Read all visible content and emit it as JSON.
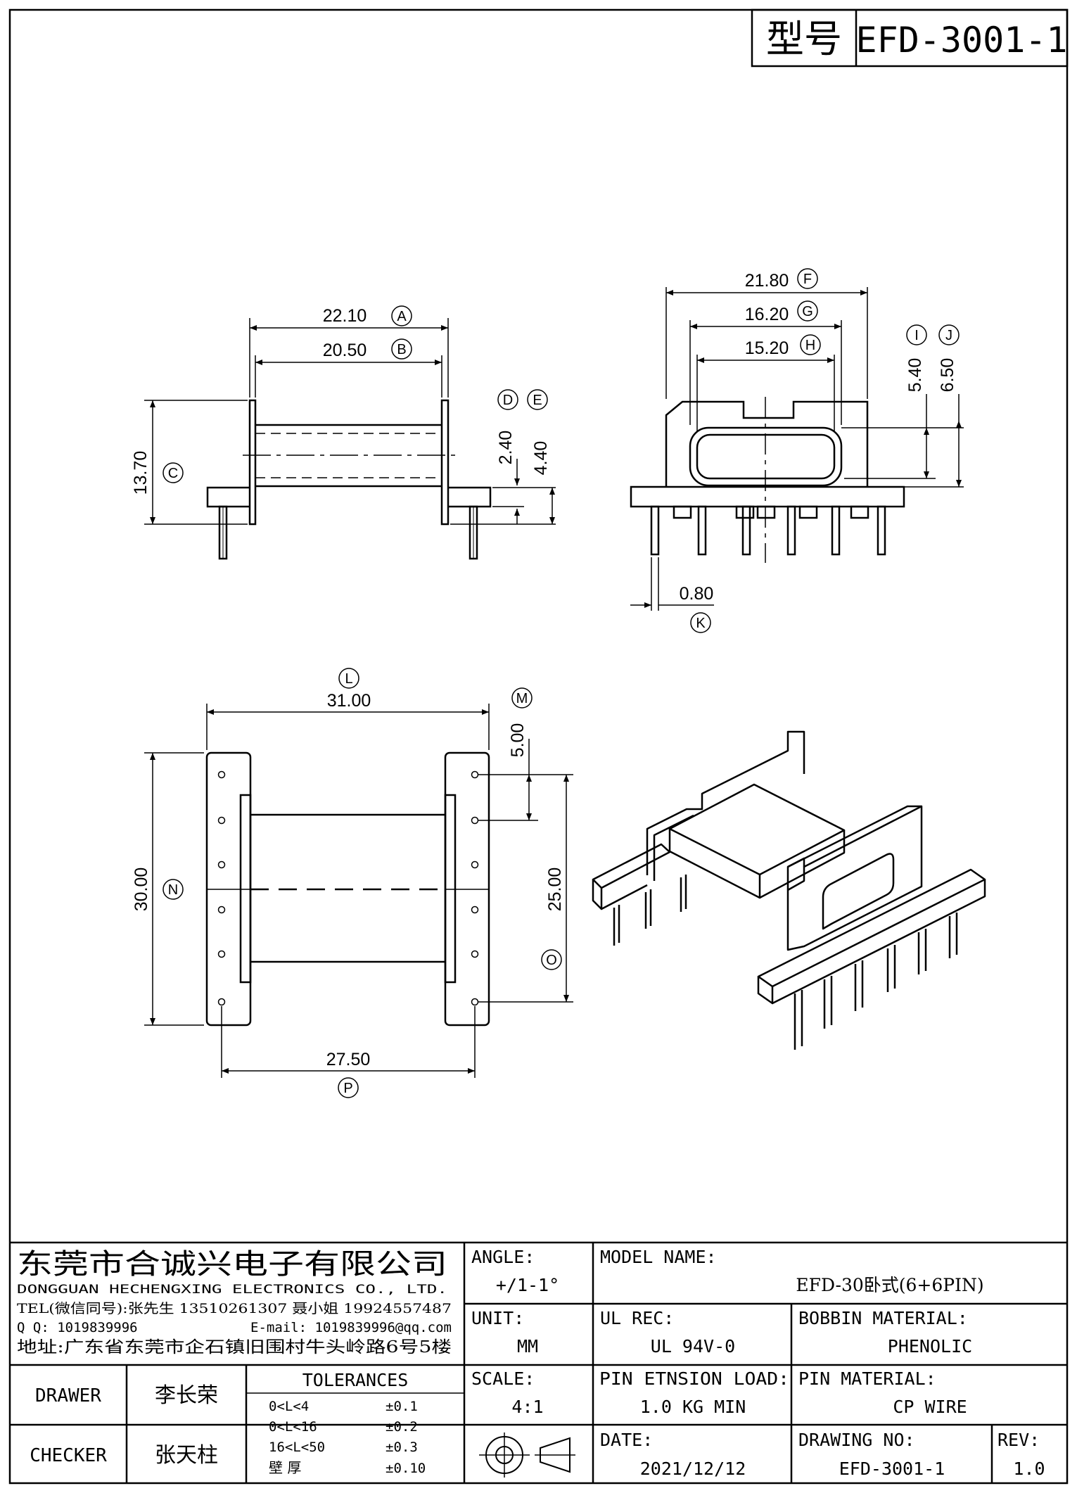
{
  "title_block": {
    "model_label": "型号",
    "model_value": "EFD-3001-1"
  },
  "top_view": {
    "dims": {
      "A": {
        "value": "22.10",
        "label": "A"
      },
      "B": {
        "value": "20.50",
        "label": "B"
      },
      "C": {
        "value": "13.70",
        "label": "C"
      },
      "D": {
        "value": "2.40",
        "label": "D"
      },
      "E": {
        "value": "4.40",
        "label": "E"
      }
    }
  },
  "front_view": {
    "dims": {
      "F": {
        "value": "21.80",
        "label": "F"
      },
      "G": {
        "value": "16.20",
        "label": "G"
      },
      "H": {
        "value": "15.20",
        "label": "H"
      },
      "I": {
        "value": "5.40",
        "label": "I"
      },
      "J": {
        "value": "6.50",
        "label": "J"
      },
      "K": {
        "value": "0.80",
        "label": "K"
      }
    }
  },
  "plan_view": {
    "dims": {
      "L": {
        "value": "31.00",
        "label": "L"
      },
      "M": {
        "value": "5.00",
        "label": "M"
      },
      "N": {
        "value": "30.00",
        "label": "N"
      },
      "O": {
        "value": "25.00",
        "label": "O"
      },
      "P": {
        "value": "27.50",
        "label": "P"
      }
    }
  },
  "company": {
    "name_cn": "东莞市合诚兴电子有限公司",
    "name_en": "DONGGUAN HECHENGXING ELECTRONICS CO., LTD.",
    "tel": "TEL(微信同号):张先生 13510261307 聂小姐 19924557487",
    "qq": "Q Q: 1019839996",
    "email": "E-mail: 1019839996@qq.com",
    "address": "地址:广东省东莞市企石镇旧围村牛头岭路6号5楼"
  },
  "info": {
    "angle_label": "ANGLE:",
    "angle_value": "+/1-1°",
    "model_name_label": "MODEL NAME:",
    "model_name_value": "EFD-30卧式(6+6PIN)",
    "unit_label": "UNIT:",
    "unit_value": "MM",
    "ul_label": "UL REC:",
    "ul_value": "UL 94V-0",
    "bobbin_label": "BOBBIN MATERIAL:",
    "bobbin_value": "PHENOLIC",
    "scale_label": "SCALE:",
    "scale_value": "4:1",
    "pin_load_label": "PIN ETNSION LOAD:",
    "pin_load_value": "1.0 KG MIN",
    "pin_material_label": "PIN MATERIAL:",
    "pin_material_value": "CP WIRE",
    "date_label": "DATE:",
    "date_value": "2021/12/12",
    "drawing_no_label": "DRAWING NO:",
    "drawing_no_value": "EFD-3001-1",
    "rev_label": "REV:",
    "rev_value": "1.0"
  },
  "people": {
    "drawer_label": "DRAWER",
    "drawer_value": "李长荣",
    "checker_label": "CHECKER",
    "checker_value": "张天柱"
  },
  "tolerances": {
    "title": "TOLERANCES",
    "rows": [
      {
        "range": "0<L<4",
        "value": "±0.1"
      },
      {
        "range": "0<L<16",
        "value": "±0.2"
      },
      {
        "range": "16<L<50",
        "value": "±0.3"
      },
      {
        "range": "壁  厚",
        "value": "±0.10"
      }
    ]
  }
}
